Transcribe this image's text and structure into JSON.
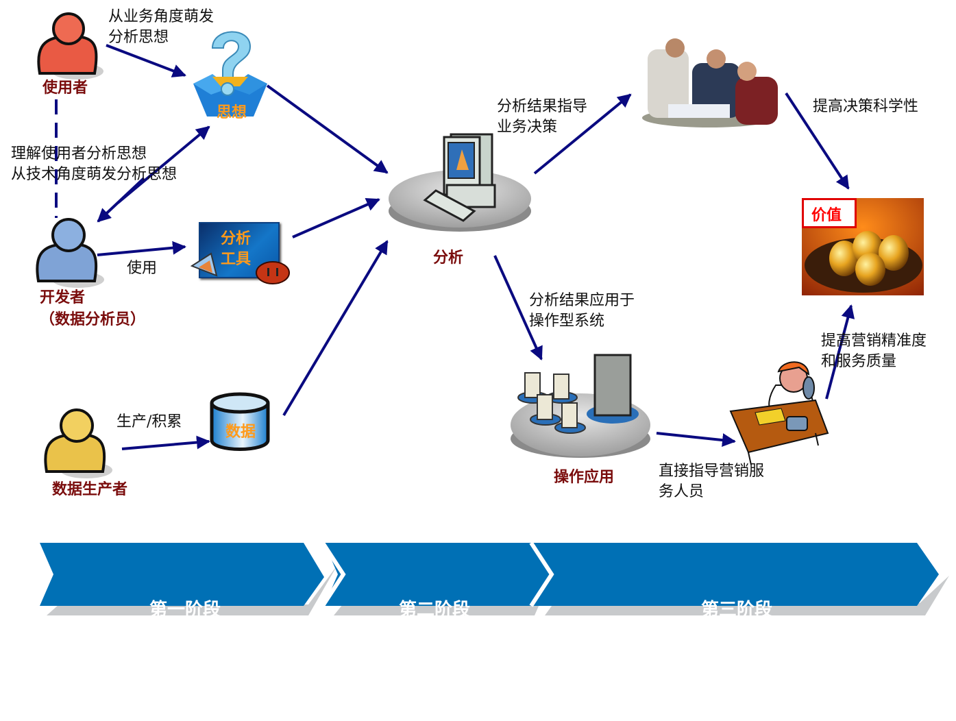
{
  "colors": {
    "arrow": "#0a0a80",
    "actor_label": "#7a0c0c",
    "phase_fill": "#0070b5",
    "phase_shadow": "#c8cacc",
    "value_label": "#ff0000",
    "icon_text": "#ff9a1a"
  },
  "actors": {
    "user": {
      "label": "使用者",
      "icon": "user-red-icon"
    },
    "developer": {
      "label": "开发者\n（数据分析员）",
      "icon": "user-blue-icon"
    },
    "producer": {
      "label": "数据生产者",
      "icon": "user-yellow-icon"
    }
  },
  "nodes": {
    "idea": {
      "label": "思想",
      "icon": "question-box-icon"
    },
    "tool": {
      "label": "分析\n工具",
      "icon": "analysis-tool-icon"
    },
    "data": {
      "label": "数据",
      "icon": "database-icon"
    },
    "analysis": {
      "label": "分析",
      "icon": "computer-icon"
    },
    "decision": {
      "icon": "business-meeting-icon"
    },
    "operation": {
      "label": "操作应用",
      "icon": "servers-icon"
    },
    "service": {
      "icon": "service-staff-icon"
    },
    "value": {
      "label": "价值",
      "icon": "golden-eggs-icon"
    }
  },
  "annotations": {
    "user_to_idea": "从业务角度萌发\n分析思想",
    "developer_idea": "理解使用者分析思想\n从技术角度萌发分析思想",
    "use": "使用",
    "produce": "生产/积累",
    "guide_decision": "分析结果指导\n业务决策",
    "apply_operation": "分析结果应用于\n操作型系统",
    "improve_decision": "提高决策科学性",
    "guide_staff": "直接指导营销服\n务人员",
    "improve_marketing": "提高营销精准度\n和服务质量"
  },
  "phases": [
    {
      "title": "第一阶段",
      "subtitle": "价值创造的准备"
    },
    {
      "title": "第二阶段",
      "subtitle": "价值创造的产生"
    },
    {
      "title": "第三阶段",
      "subtitle": "价值创造的实现"
    }
  ]
}
